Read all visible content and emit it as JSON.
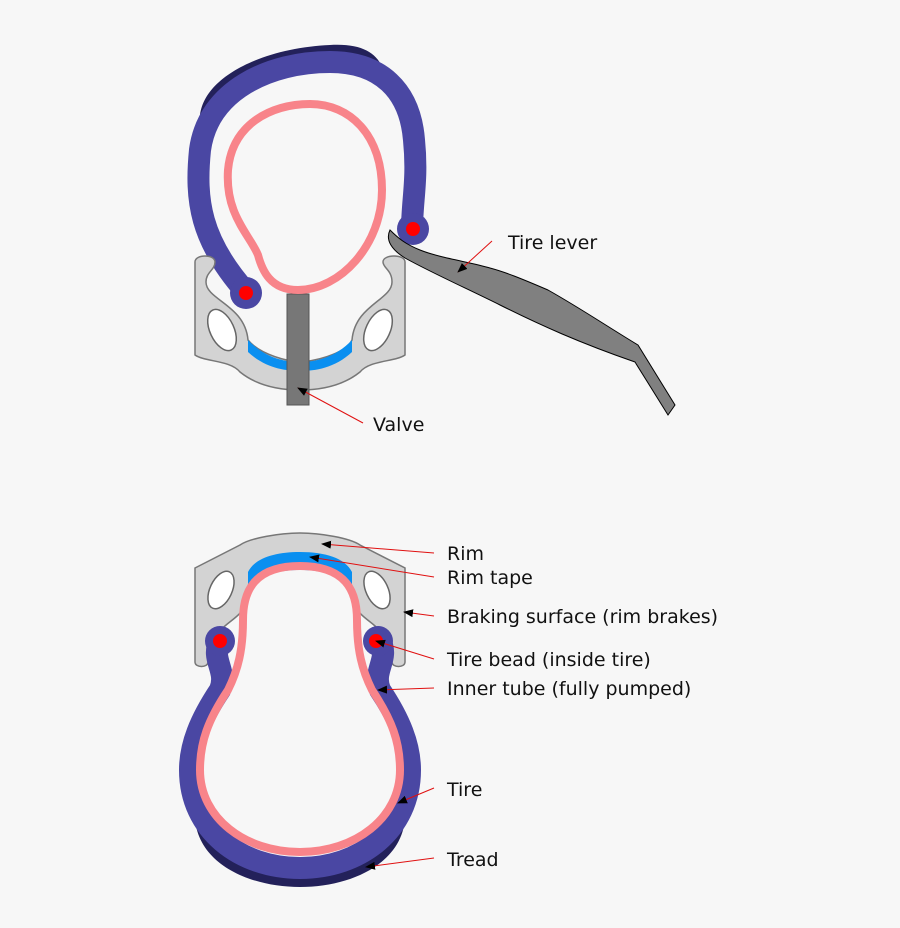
{
  "colors": {
    "background": "#f7f7f7",
    "rim": "#d3d3d3",
    "rim_outline": "#777777",
    "rim_tape": "#0a8ff0",
    "tire": "#4a47a3",
    "tread": "#23215a",
    "inner_tube": "#f8848a",
    "bead": "#ff0000",
    "valve": "#777777",
    "lever": "#808080",
    "leader": "#e01010",
    "text": "#111111"
  },
  "labels": {
    "tire_lever": "Tire lever",
    "valve": "Valve",
    "rim": "Rim",
    "rim_tape": "Rim tape",
    "braking_surface": "Braking surface (rim brakes)",
    "tire_bead": "Tire bead (inside tire)",
    "inner_tube": "Inner tube (fully pumped)",
    "tire": "Tire",
    "tread": "Tread"
  }
}
